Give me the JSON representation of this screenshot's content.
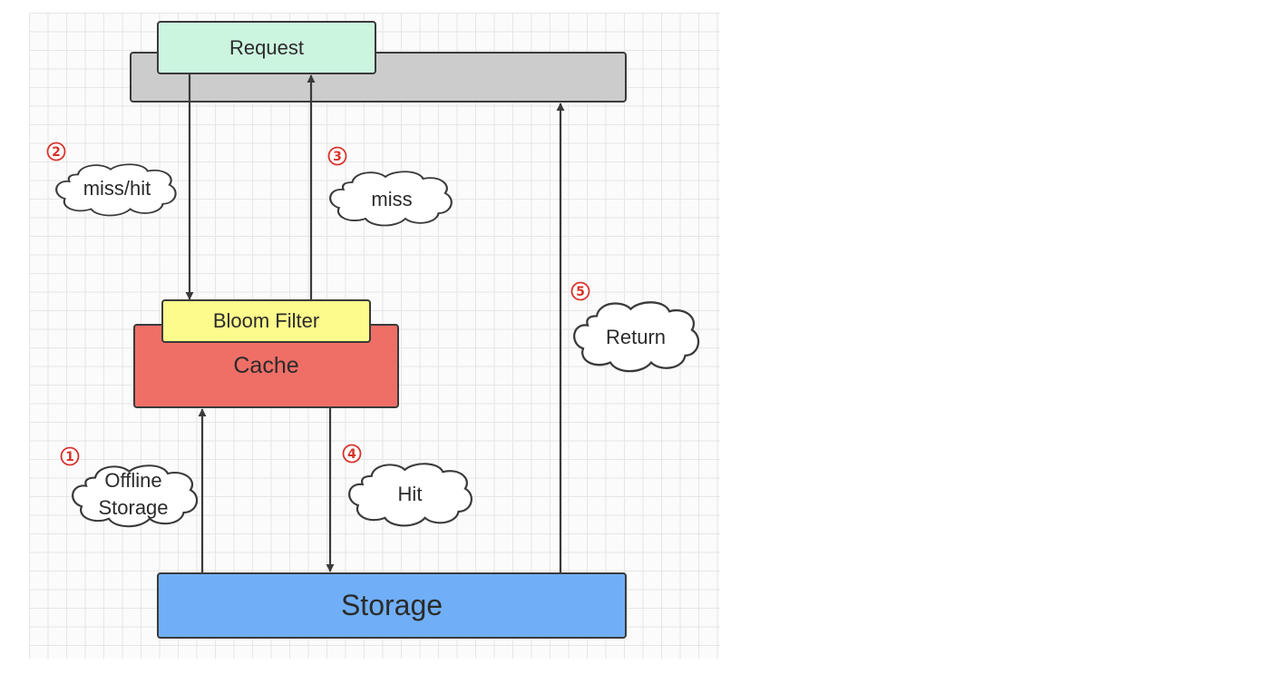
{
  "nodes": {
    "request": "Request",
    "bloom_filter": "Bloom Filter",
    "cache": "Cache",
    "storage": "Storage"
  },
  "steps": [
    {
      "number": "1",
      "label_line1": "Offline",
      "label_line2": "Storage"
    },
    {
      "number": "2",
      "label": "miss/hit"
    },
    {
      "number": "3",
      "label": "miss"
    },
    {
      "number": "4",
      "label": "Hit"
    },
    {
      "number": "5",
      "label": "Return"
    }
  ],
  "colors": {
    "request": "#ccf5e0",
    "bar": "#cccccc",
    "cache": "#ef6f67",
    "bloom_filter": "#fdfb8c",
    "storage": "#70aff7",
    "step_number": "#d8322b",
    "line": "#3a3a3a"
  }
}
